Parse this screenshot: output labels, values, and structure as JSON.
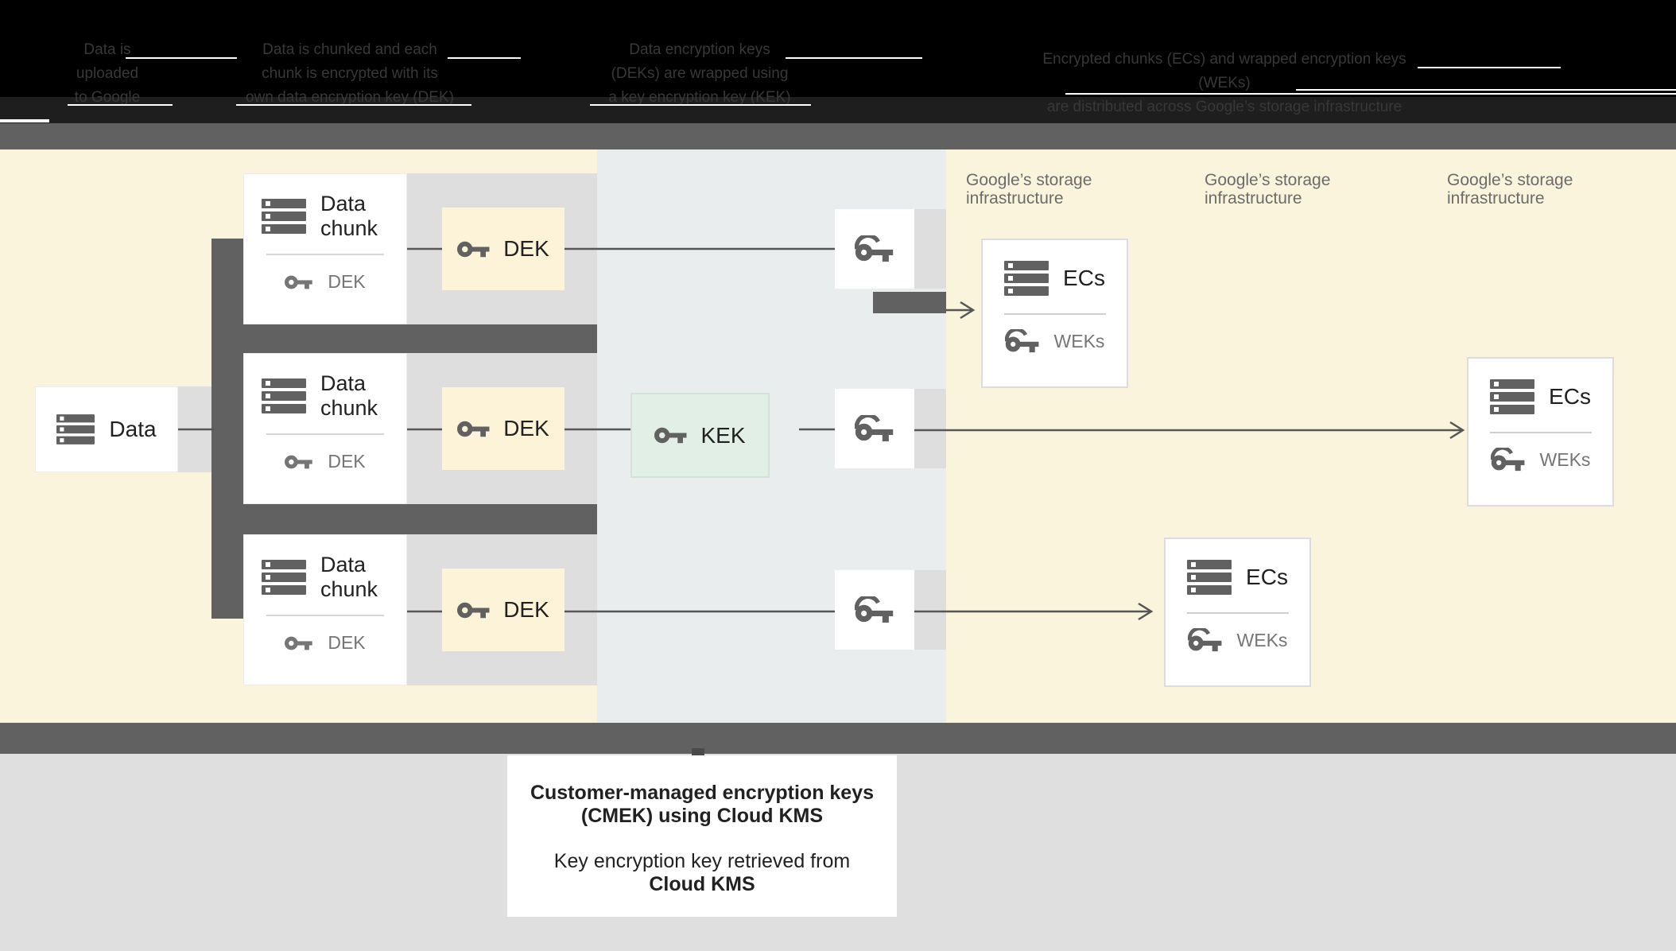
{
  "colors": {
    "header_bg": "#000000",
    "header_text": "#383838",
    "band_dark": "#616161",
    "cream_bg": "#FBF4DC",
    "kms_column_bg": "#E9EDEE",
    "kek_bg": "#E1EFE7",
    "dek_bg": "#FCF3D8",
    "bottom_panel_bg": "#DFDFDF",
    "connector": "#565656",
    "label_primary": "#212121",
    "label_secondary": "#757575",
    "storage_label": "#6B6B6B"
  },
  "header": {
    "steps": [
      {
        "lines": [
          "Data is",
          "uploaded",
          "to Google"
        ]
      },
      {
        "lines": [
          "Data is chunked and each",
          "chunk is encrypted with its",
          "own data encryption key (DEK)"
        ]
      },
      {
        "lines": [
          "Data encryption keys",
          "(DEKs) are wrapped using",
          "a key encryption key (KEK)"
        ]
      },
      {
        "lines": [
          "Encrypted chunks (ECs) and wrapped encryption keys (WEKs)",
          "are distributed across Google’s storage infrastructure"
        ]
      }
    ]
  },
  "diagram": {
    "source": {
      "label": "Data"
    },
    "chunks": [
      {
        "title": "Data chunk",
        "key": "DEK",
        "inner_key": "DEK"
      },
      {
        "title": "Data chunk",
        "key": "DEK",
        "inner_key": "DEK"
      },
      {
        "title": "Data chunk",
        "key": "DEK",
        "inner_key": "DEK"
      }
    ],
    "kek": {
      "label": "KEK"
    },
    "storage_labels": [
      "Google’s storage infrastructure",
      "Google’s storage infrastructure",
      "Google’s storage infrastructure"
    ],
    "targets": [
      {
        "title": "ECs",
        "key": "WEKs"
      },
      {
        "title": "ECs",
        "key": "WEKs"
      },
      {
        "title": "ECs",
        "key": "WEKs"
      }
    ]
  },
  "caption": {
    "bold_line1": "Customer-managed encryption keys",
    "bold_line2": "(CMEK) using Cloud KMS",
    "normal_line": "Key encryption key retrieved from",
    "bold_line3": "Cloud KMS"
  }
}
